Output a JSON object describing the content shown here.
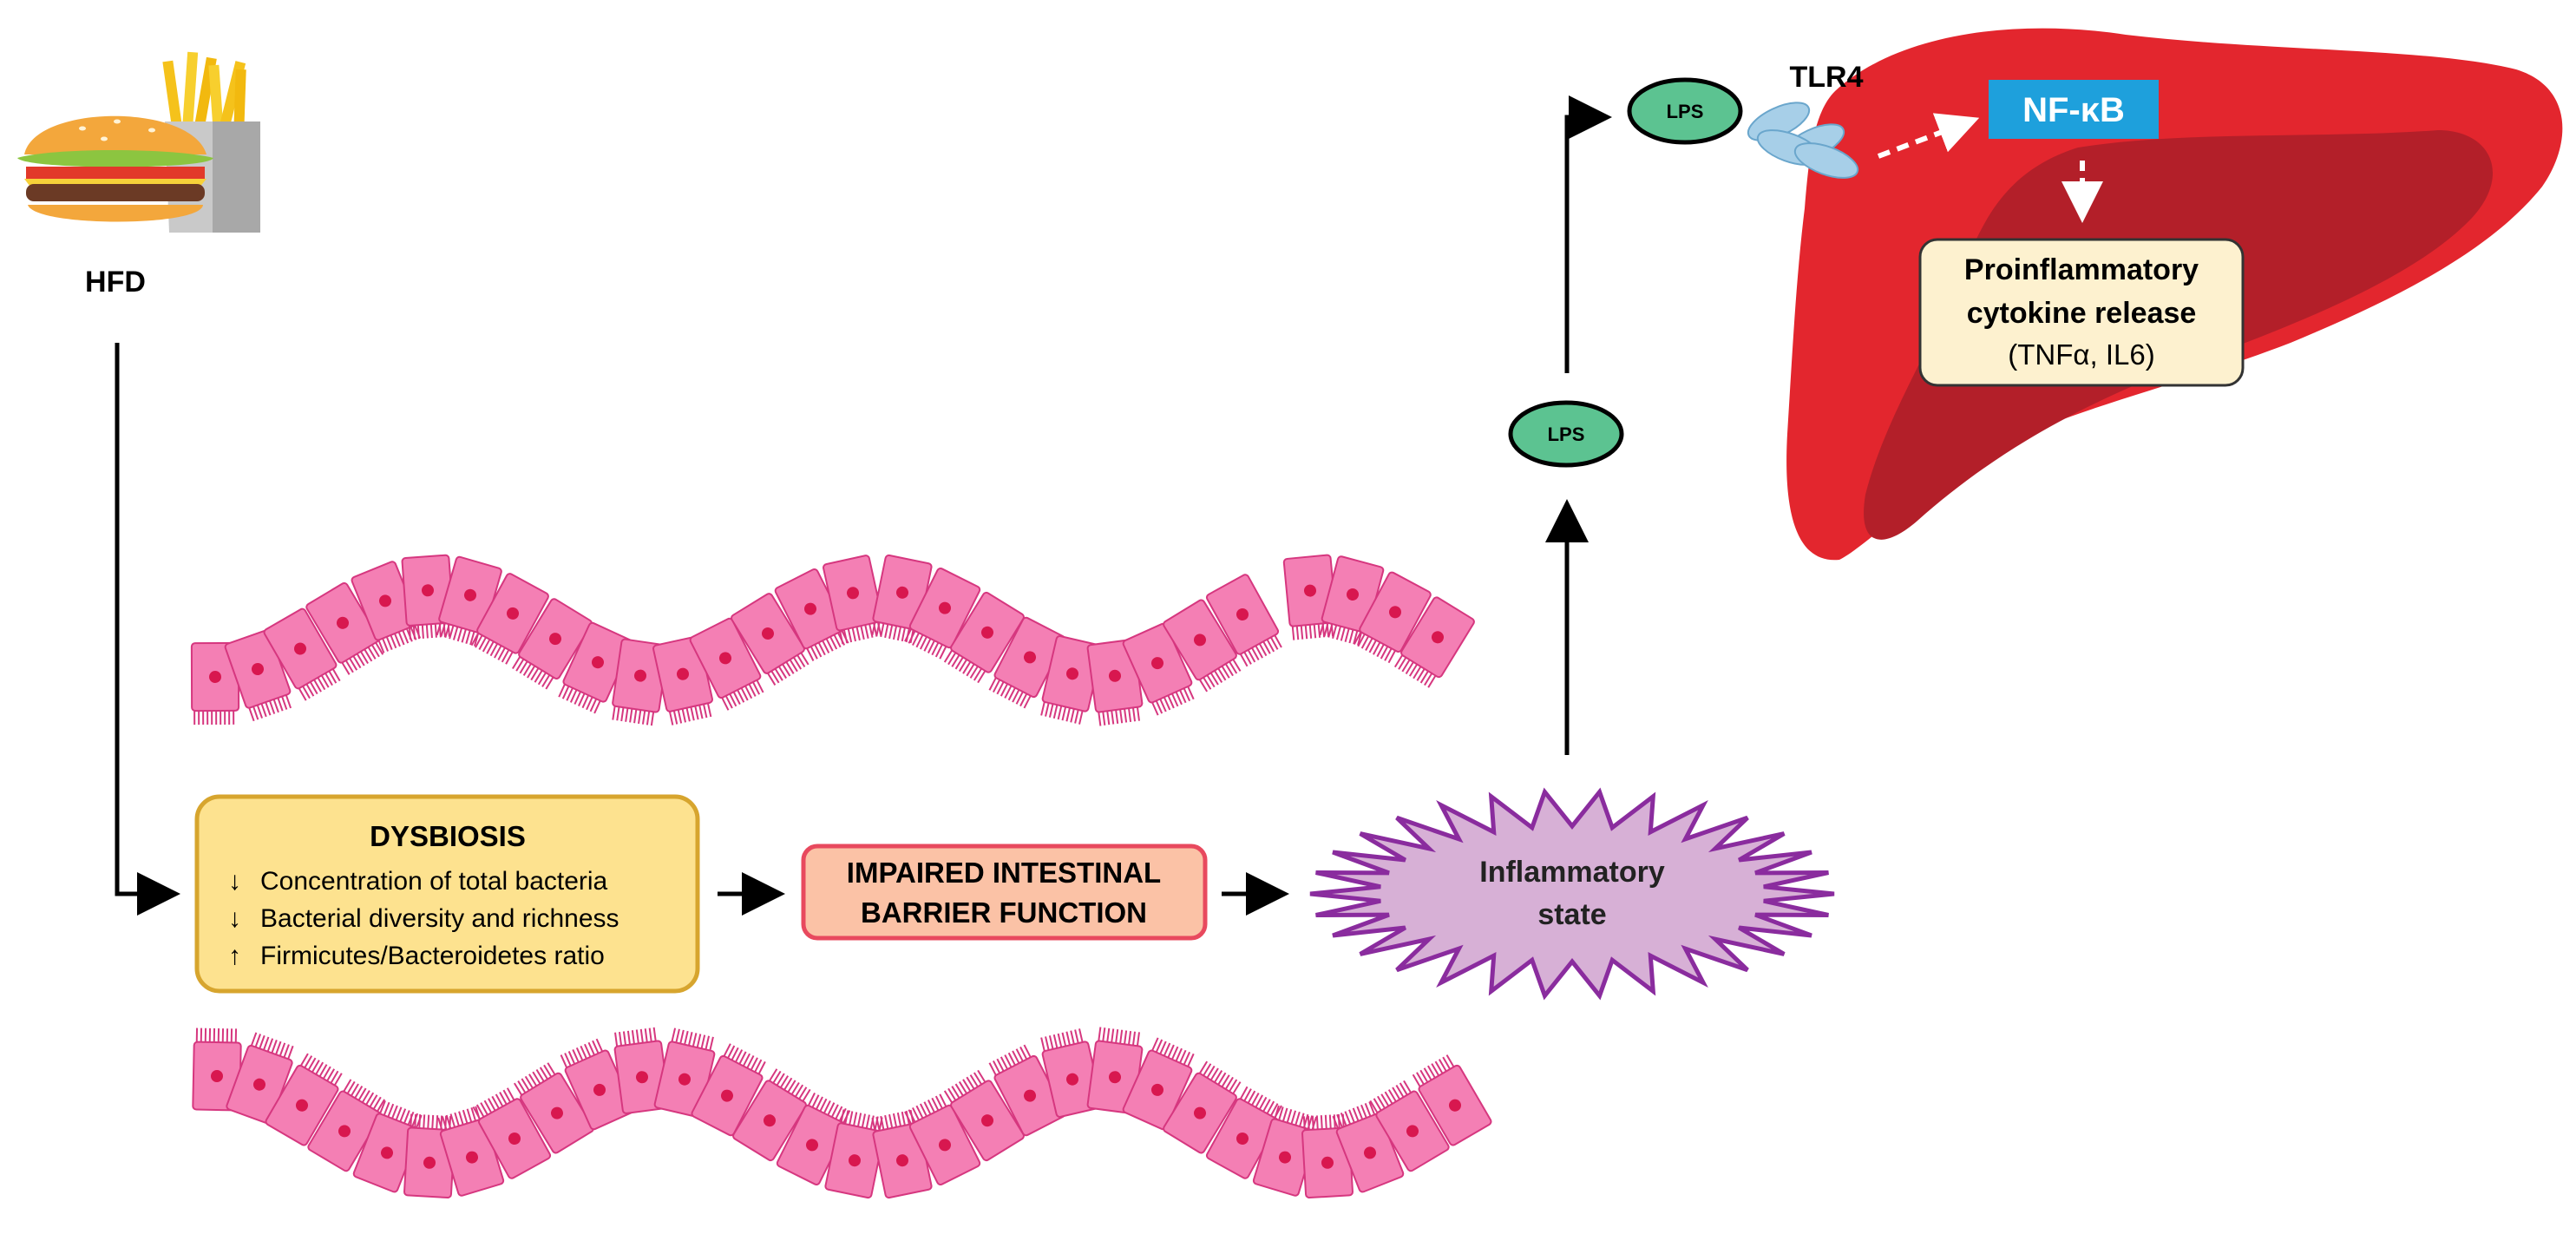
{
  "hfd": {
    "label": "HFD"
  },
  "dysbiosis": {
    "title": "DYSBIOSIS",
    "items": [
      {
        "arrow": "↓",
        "text": "Concentration of total bacteria"
      },
      {
        "arrow": "↓",
        "text": "Bacterial diversity and richness"
      },
      {
        "arrow": "↑",
        "text": "Firmicutes/Bacteroidetes ratio"
      }
    ]
  },
  "barrier": {
    "line1": "IMPAIRED INTESTINAL",
    "line2": "BARRIER FUNCTION"
  },
  "inflammation": {
    "line1": "Inflammatory",
    "line2": "state"
  },
  "lps": {
    "lower": "LPS",
    "upper": "LPS"
  },
  "tlr4": {
    "label": "TLR4"
  },
  "nfkb": {
    "label": "NF-κB"
  },
  "cytokine": {
    "line1": "Proinflammatory",
    "line2": "cytokine release",
    "line3": "(TNFα, IL6)"
  },
  "colors": {
    "cell": "#f47fb4",
    "cell_stroke": "#d6377f",
    "nucleus": "#d8174f",
    "dysbiosis_fill": "#fde28f",
    "dysbiosis_stroke": "#d7a52e",
    "barrier_fill": "#fbc2a6",
    "barrier_stroke": "#e8495e",
    "inflammation_fill": "#d7b0d6",
    "inflammation_stroke": "#8a2c9e",
    "lps_fill": "#5cc391",
    "liver_light": "#e3262e",
    "liver_dark": "#b31f29",
    "nfkb_fill": "#1ea0dc",
    "cytokine_fill": "#fdf1cf",
    "tlr4_fill": "#a7cfe8"
  }
}
